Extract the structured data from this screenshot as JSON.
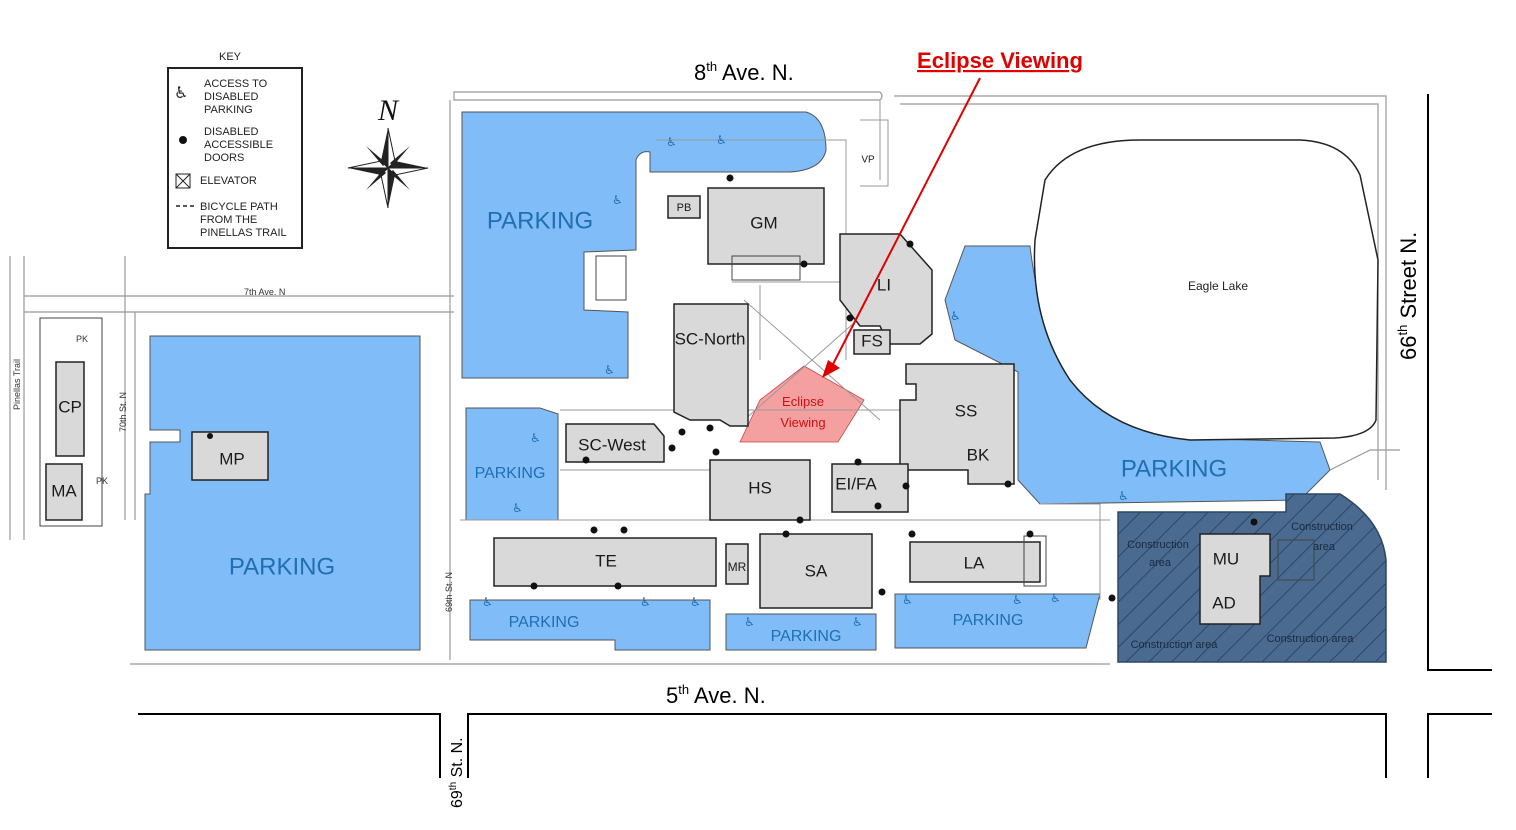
{
  "streets": {
    "north": "8",
    "north_sup": "th",
    "north_suffix": " Ave. N.",
    "south": "5",
    "south_sup": "th",
    "south_suffix": " Ave. N.",
    "east": "66",
    "east_sup": "th",
    "east_suffix": " Street N.",
    "west_bottom": "69",
    "west_bottom_sup": "th",
    "west_bottom_suffix": " St. N.",
    "seventh_ave": "7th Ave. N",
    "seventieth": "70th St. N",
    "sixty_ninth_small": "69th St. N",
    "pinellas_trail": "Pinellas Trail"
  },
  "key": {
    "title": "KEY",
    "items": [
      {
        "icon": "wheelchair-icon",
        "lines": [
          "ACCESS TO",
          "DISABLED",
          "PARKING"
        ]
      },
      {
        "icon": "dot-icon",
        "lines": [
          "DISABLED",
          "ACCESSIBLE",
          "DOORS"
        ]
      },
      {
        "icon": "elevator-icon",
        "lines": [
          "ELEVATOR"
        ]
      },
      {
        "icon": "dashed-line-icon",
        "lines": [
          "BICYCLE PATH",
          "FROM THE",
          "PINELLAS TRAIL"
        ]
      }
    ]
  },
  "compass": {
    "letter": "N"
  },
  "eclipse": {
    "callout": "Eclipse Viewing",
    "area_line1": "Eclipse",
    "area_line2": "Viewing",
    "callout_color": "#e00000",
    "area_color": "#f5a0a0"
  },
  "buildings": {
    "gm": "GM",
    "pb": "PB",
    "vp": "VP",
    "li": "LI",
    "fs": "FS",
    "sc_north": "SC-North",
    "sc_west": "SC-West",
    "ss": "SS",
    "bk": "BK",
    "hs": "HS",
    "ei_fa": "EI/FA",
    "te": "TE",
    "mr": "MR",
    "sa": "SA",
    "la": "LA",
    "mu": "MU",
    "ad": "AD",
    "mp": "MP",
    "cp": "CP",
    "ma": "MA",
    "pk1": "PK",
    "pk2": "PK"
  },
  "lake": "Eagle Lake",
  "parking": {
    "label": "PARKING"
  },
  "construction": {
    "label": "Construction area",
    "line1": "Construction",
    "line2": "area"
  },
  "colors": {
    "parking": "#80bdf8",
    "building": "#d9d9d9",
    "construction": "#3f5f86",
    "parking_text": "#1f6fb4"
  }
}
